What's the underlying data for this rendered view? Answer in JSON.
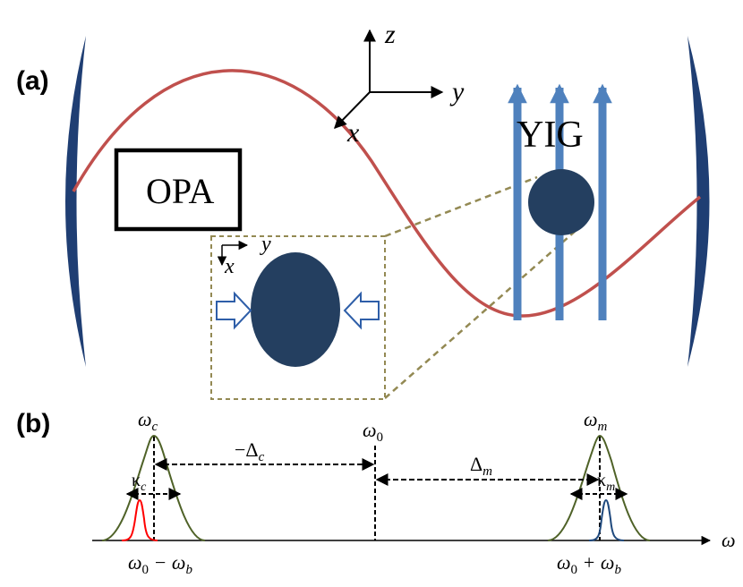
{
  "panel_a": {
    "label": "(a)",
    "axes": {
      "z": "z",
      "y": "y",
      "x": "x"
    },
    "opa_label": "OPA",
    "yig_label": "YIG",
    "inset_axes": {
      "y": "y",
      "x": "x"
    }
  },
  "panel_b": {
    "label": "(b)",
    "omega_c": "ω",
    "omega_c_sub": "c",
    "omega_0": "ω",
    "omega_0_sub": "0",
    "omega_m": "ω",
    "omega_m_sub": "m",
    "minus_delta_c": "−Δ",
    "minus_delta_c_sub": "c",
    "delta_m": "Δ",
    "delta_m_sub": "m",
    "kappa_c": "κ",
    "kappa_c_sub": "c",
    "kappa_m": "κ",
    "kappa_m_sub": "m",
    "omega_axis": "ω",
    "lower_sideband": "ω",
    "lower_sideband_sub0": "0",
    "lower_sideband_mid": " − ω",
    "lower_sideband_subb": "b",
    "upper_sideband": "ω",
    "upper_sideband_sub0": "0",
    "upper_sideband_mid": " + ω",
    "upper_sideband_subb": "b"
  },
  "colors": {
    "mirror": "#1f3e73",
    "standing_wave": "#c0504d",
    "sphere": "#243f60",
    "field_arrows": "#4f81bd",
    "inset_border": "#938953",
    "cavity_peak": "#4f6228",
    "red_pulse": "#ff0000",
    "blue_pulse": "#1f497d"
  }
}
